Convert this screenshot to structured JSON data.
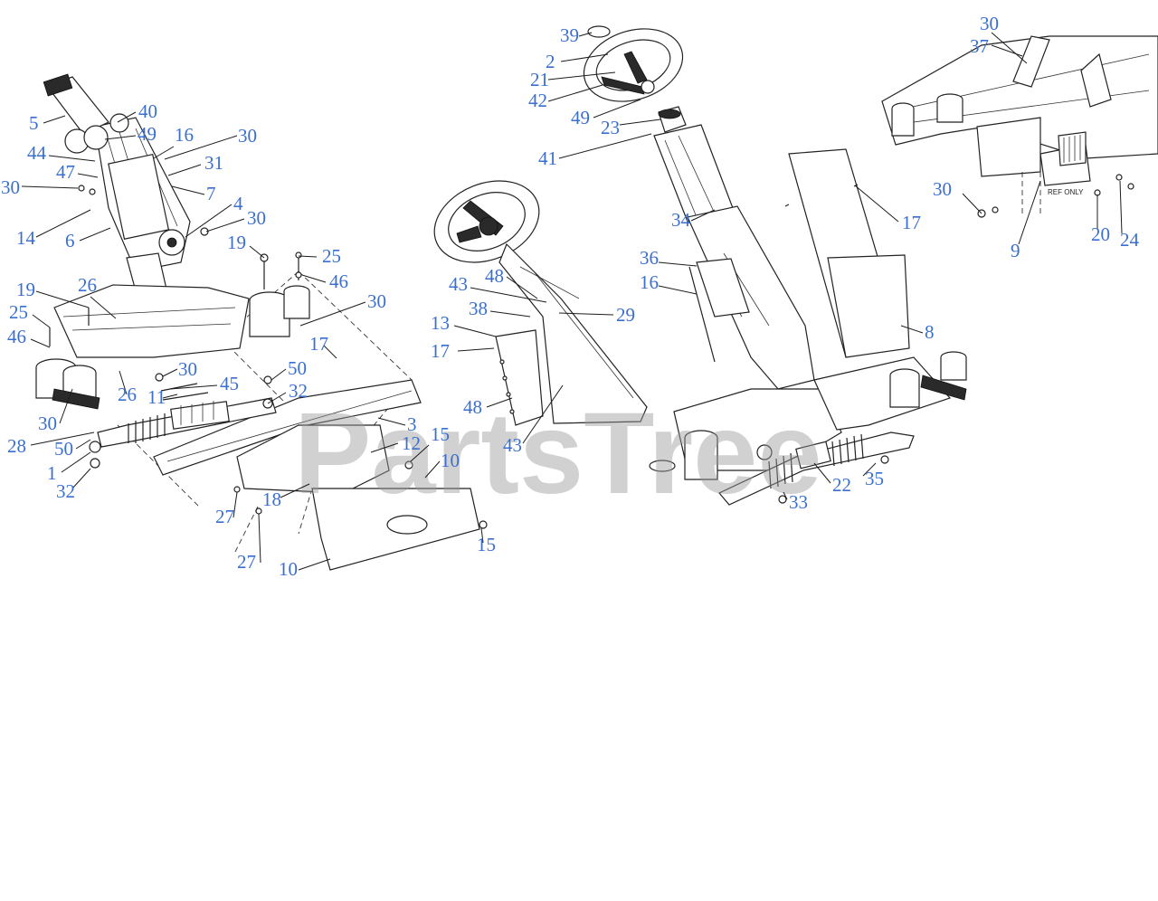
{
  "watermark": "PartsTree",
  "ref_only_label": "REF ONLY",
  "colors": {
    "callout": "#3a6fd0",
    "line": "#222222",
    "watermark": "#9a9a9a"
  },
  "callouts": [
    {
      "n": "1"
    },
    {
      "n": "2"
    },
    {
      "n": "3"
    },
    {
      "n": "4"
    },
    {
      "n": "5"
    },
    {
      "n": "6"
    },
    {
      "n": "7"
    },
    {
      "n": "8"
    },
    {
      "n": "9"
    },
    {
      "n": "10"
    },
    {
      "n": "10"
    },
    {
      "n": "11"
    },
    {
      "n": "12"
    },
    {
      "n": "13"
    },
    {
      "n": "14"
    },
    {
      "n": "15"
    },
    {
      "n": "15"
    },
    {
      "n": "16"
    },
    {
      "n": "16"
    },
    {
      "n": "17"
    },
    {
      "n": "17"
    },
    {
      "n": "17"
    },
    {
      "n": "18"
    },
    {
      "n": "19"
    },
    {
      "n": "19"
    },
    {
      "n": "20"
    },
    {
      "n": "21"
    },
    {
      "n": "22"
    },
    {
      "n": "23"
    },
    {
      "n": "24"
    },
    {
      "n": "25"
    },
    {
      "n": "25"
    },
    {
      "n": "26"
    },
    {
      "n": "26"
    },
    {
      "n": "27"
    },
    {
      "n": "27"
    },
    {
      "n": "28"
    },
    {
      "n": "29"
    },
    {
      "n": "30"
    },
    {
      "n": "30"
    },
    {
      "n": "30"
    },
    {
      "n": "30"
    },
    {
      "n": "30"
    },
    {
      "n": "30"
    },
    {
      "n": "30"
    },
    {
      "n": "30"
    },
    {
      "n": "31"
    },
    {
      "n": "32"
    },
    {
      "n": "32"
    },
    {
      "n": "33"
    },
    {
      "n": "34"
    },
    {
      "n": "35"
    },
    {
      "n": "36"
    },
    {
      "n": "37"
    },
    {
      "n": "38"
    },
    {
      "n": "39"
    },
    {
      "n": "40"
    },
    {
      "n": "41"
    },
    {
      "n": "42"
    },
    {
      "n": "43"
    },
    {
      "n": "43"
    },
    {
      "n": "44"
    },
    {
      "n": "45"
    },
    {
      "n": "46"
    },
    {
      "n": "46"
    },
    {
      "n": "47"
    },
    {
      "n": "48"
    },
    {
      "n": "48"
    },
    {
      "n": "49"
    },
    {
      "n": "49"
    },
    {
      "n": "50"
    },
    {
      "n": "50"
    }
  ]
}
